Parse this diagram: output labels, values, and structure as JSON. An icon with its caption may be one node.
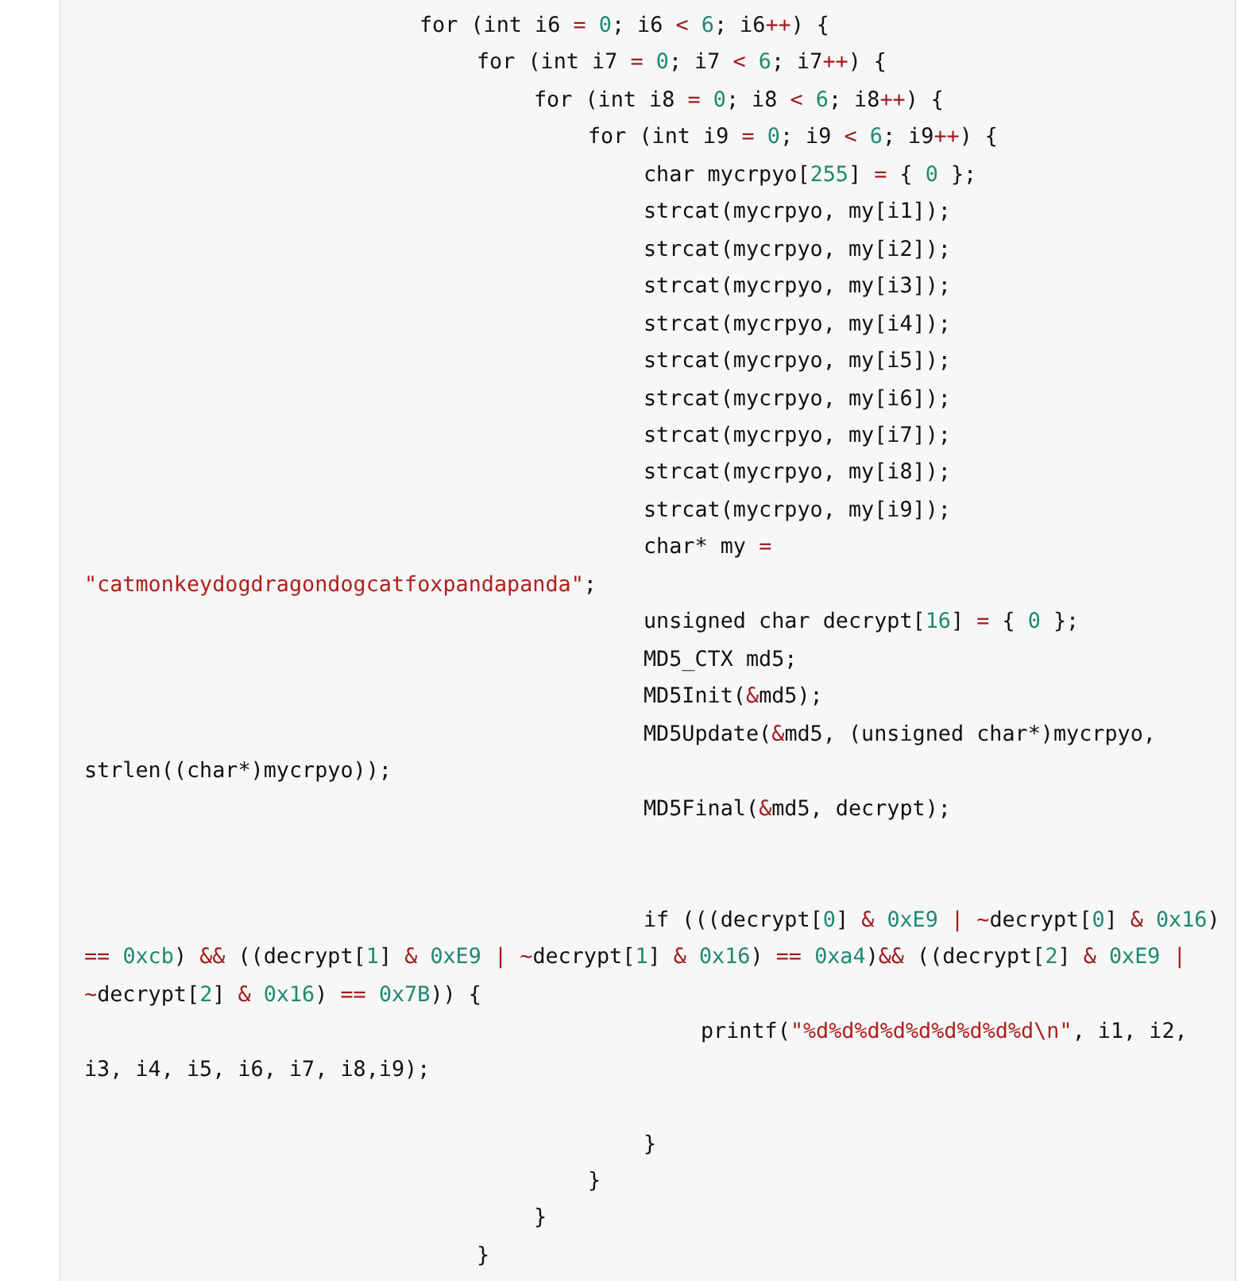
{
  "diagram": {
    "labels": [
      "for (int i6 = 0; i6 < 6; i6++) {",
      "for (int i7 = 0; i7 < 6; i7++) {",
      "for (int i8 = 0; i8 < 6; i8++) {",
      "for (int i9 = 0; i9 < 6; i9++) {",
      "char mycrpyo[255] = { 0 };",
      "strcat(mycrpyo, my[i1]);",
      "strcat(mycrpyo, my[i2]);",
      "strcat(mycrpyo, my[i3]);",
      "strcat(mycrpyo, my[i4]);",
      "strcat(mycrpyo, my[i5]);",
      "strcat(mycrpyo, my[i6]);",
      "strcat(mycrpyo, my[i7]);",
      "strcat(mycrpyo, my[i8]);",
      "strcat(mycrpyo, my[i9]);",
      "char* my = \"catmonkeydogdragondogcatfoxpandapanda\";",
      "unsigned char decrypt[16] = { 0 };",
      "MD5_CTX md5;",
      "MD5Init(&md5);",
      "MD5Update(&md5, (unsigned char*)mycrpyo, strlen((char*)mycrpyo));",
      "MD5Final(&md5, decrypt);",
      "if (((decrypt[0] & 0xE9 | ~decrypt[0] & 0x16) == 0xcb) && ((decrypt[1] & 0xE9 | ~decrypt[1] & 0x16) == 0xa4)&& ((decrypt[2] & 0xE9 | ~decrypt[2] & 0x16) == 0x7B)) {",
      "printf(\"%d%d%d%d%d%d%d%d%d\\n\", i1, i2, i3, i4, i5, i6, i7, i8,i9);",
      "}",
      "}",
      "}",
      "}"
    ]
  }
}
